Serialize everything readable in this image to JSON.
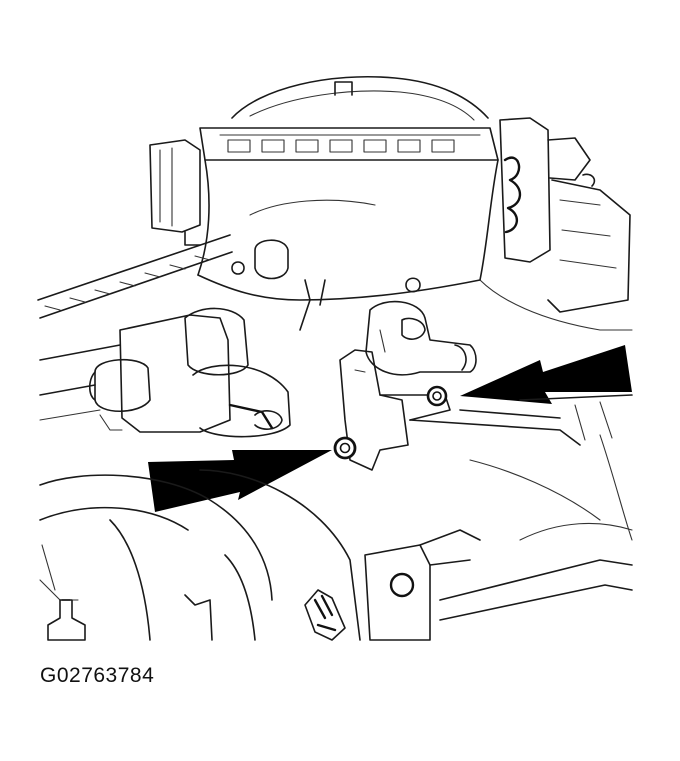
{
  "figure": {
    "image_code": "G02763784",
    "callouts": [
      {
        "id": "arrow-right",
        "points_to": "upper-bolt",
        "direction": "left"
      },
      {
        "id": "arrow-left",
        "points_to": "lower-bolt",
        "direction": "right"
      }
    ]
  },
  "colors": {
    "line": "#1a1a1a",
    "arrow": "#000000",
    "background": "#ffffff"
  }
}
